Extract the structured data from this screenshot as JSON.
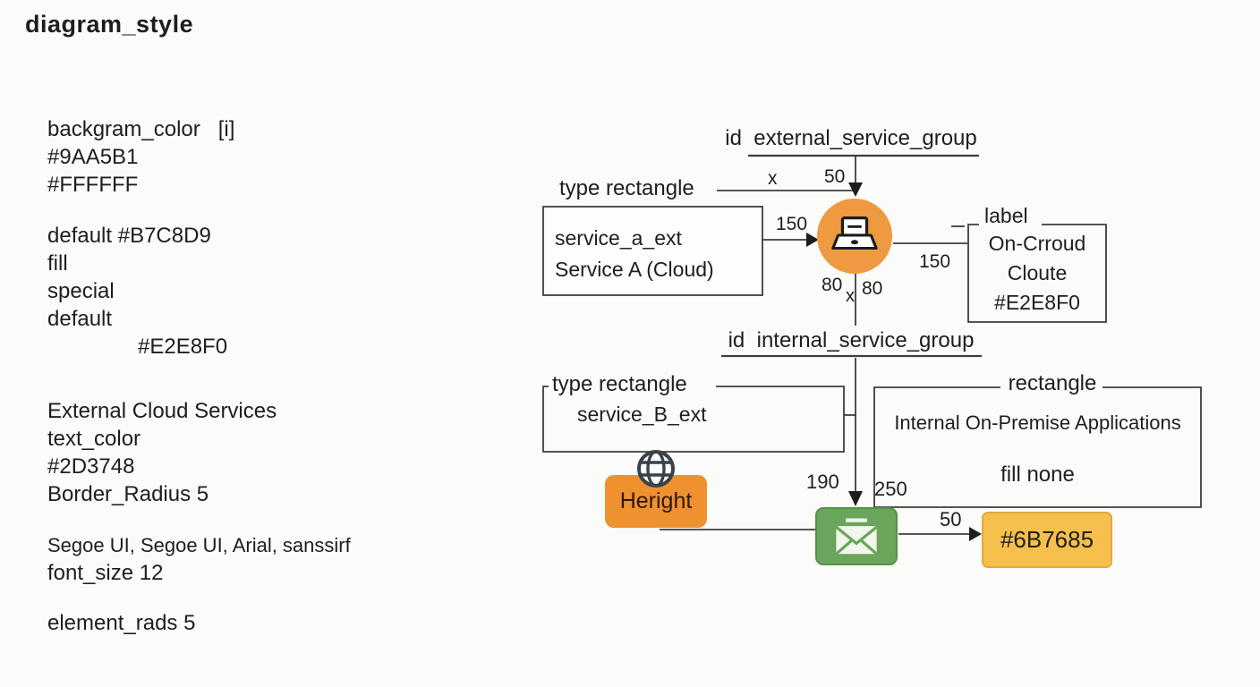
{
  "page": {
    "title": "diagram_style"
  },
  "left_panel": {
    "block1": {
      "l1": "backgram_color   [i]",
      "l2": "#9AA5B1",
      "l3": "#FFFFFF"
    },
    "block2": {
      "l1": "default #B7C8D9",
      "l2": "fill",
      "l3": "special",
      "l4": "default",
      "l5": "#E2E8F0"
    },
    "block3": {
      "l1": "External Cloud Services",
      "l2": "text_color",
      "l3": "#2D3748",
      "l4": "Border_Radius 5"
    },
    "block4": {
      "l1": "Segoe UI, Segoe UI, Arial, sanssirf",
      "l2": "font_size 12"
    },
    "block5": {
      "l1": "element_rads 5"
    }
  },
  "diagram": {
    "external_group": {
      "id_label": "id",
      "id_value": "external_service_group"
    },
    "internal_group": {
      "id_label": "id",
      "id_value": "internal_service_group"
    },
    "type_rectangle_a": "type rectangle",
    "dim_x_top": "x",
    "dim_50_top": "50",
    "service_a": {
      "name": "service_a_ext",
      "label": "Service A (Cloud)"
    },
    "dim_150_left": "150",
    "dim_150_right": "150",
    "label_box": {
      "legend": "label",
      "l1": "On-Crroud",
      "l2": "Cloute",
      "l3": "#E2E8F0"
    },
    "dim_80_left": "80",
    "dim_80_right": "80",
    "dim_x_small": "x",
    "group_b": {
      "legend": "type rectangle",
      "name": "service_B_ext"
    },
    "group_c": {
      "legend": "rectangle",
      "l1": "Internal On-Premise Applications",
      "l2": "fill none"
    },
    "dim_190": "190",
    "dim_250": "250",
    "dim_50_bottom": "50",
    "heright_label": "Heright",
    "color_chip_label": "#6B7685",
    "icons": {
      "circle_node": "laptop-icon",
      "heright_node": "globe-icon",
      "green_node": "envelope-icon"
    },
    "colors": {
      "circle_node_fill": "#EE9A40",
      "heright_fill": "#F0912F",
      "green_node_fill": "#69A55A",
      "color_chip_fill": "#F7C04C",
      "wire_stroke": "#3F3E3C"
    }
  }
}
